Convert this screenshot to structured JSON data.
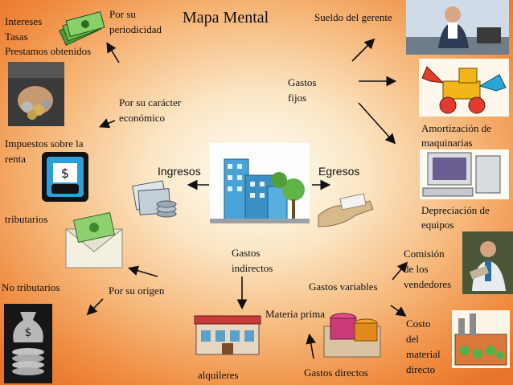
{
  "title": "Mapa Mental",
  "center": {
    "left_label": "Ingresos",
    "right_label": "Egresos"
  },
  "ingresos": {
    "periodicidad": {
      "label_line1": "Por su",
      "label_line2": "periodicidad",
      "items": [
        "Intereses",
        "Tasas",
        "Prestamos obtenidos"
      ]
    },
    "caracter": {
      "label_line1": "Por su carácter",
      "label_line2": "económico",
      "items": [
        "Impuestos sobre la",
        "renta"
      ]
    },
    "origen": {
      "label": "Por su origen",
      "items": [
        "tributarios",
        "No tributarios"
      ]
    }
  },
  "egresos": {
    "fijos": {
      "label_line1": "Gastos",
      "label_line2": "fijos",
      "items": [
        "Sueldo del gerente",
        "Amortización de",
        "maquinarias",
        "Depreciación de",
        "equipos"
      ]
    },
    "variables": {
      "label": "Gastos variables",
      "items": [
        "Comisión",
        "de los",
        "vendedores",
        "Costo",
        "del",
        "material",
        "directo"
      ]
    },
    "indirectos": {
      "label_line1": "Gastos",
      "label_line2": "indirectos",
      "items": [
        "alquileres"
      ]
    },
    "directos": {
      "label": "Gastos directos",
      "items": [
        "Materia prima"
      ]
    }
  }
}
